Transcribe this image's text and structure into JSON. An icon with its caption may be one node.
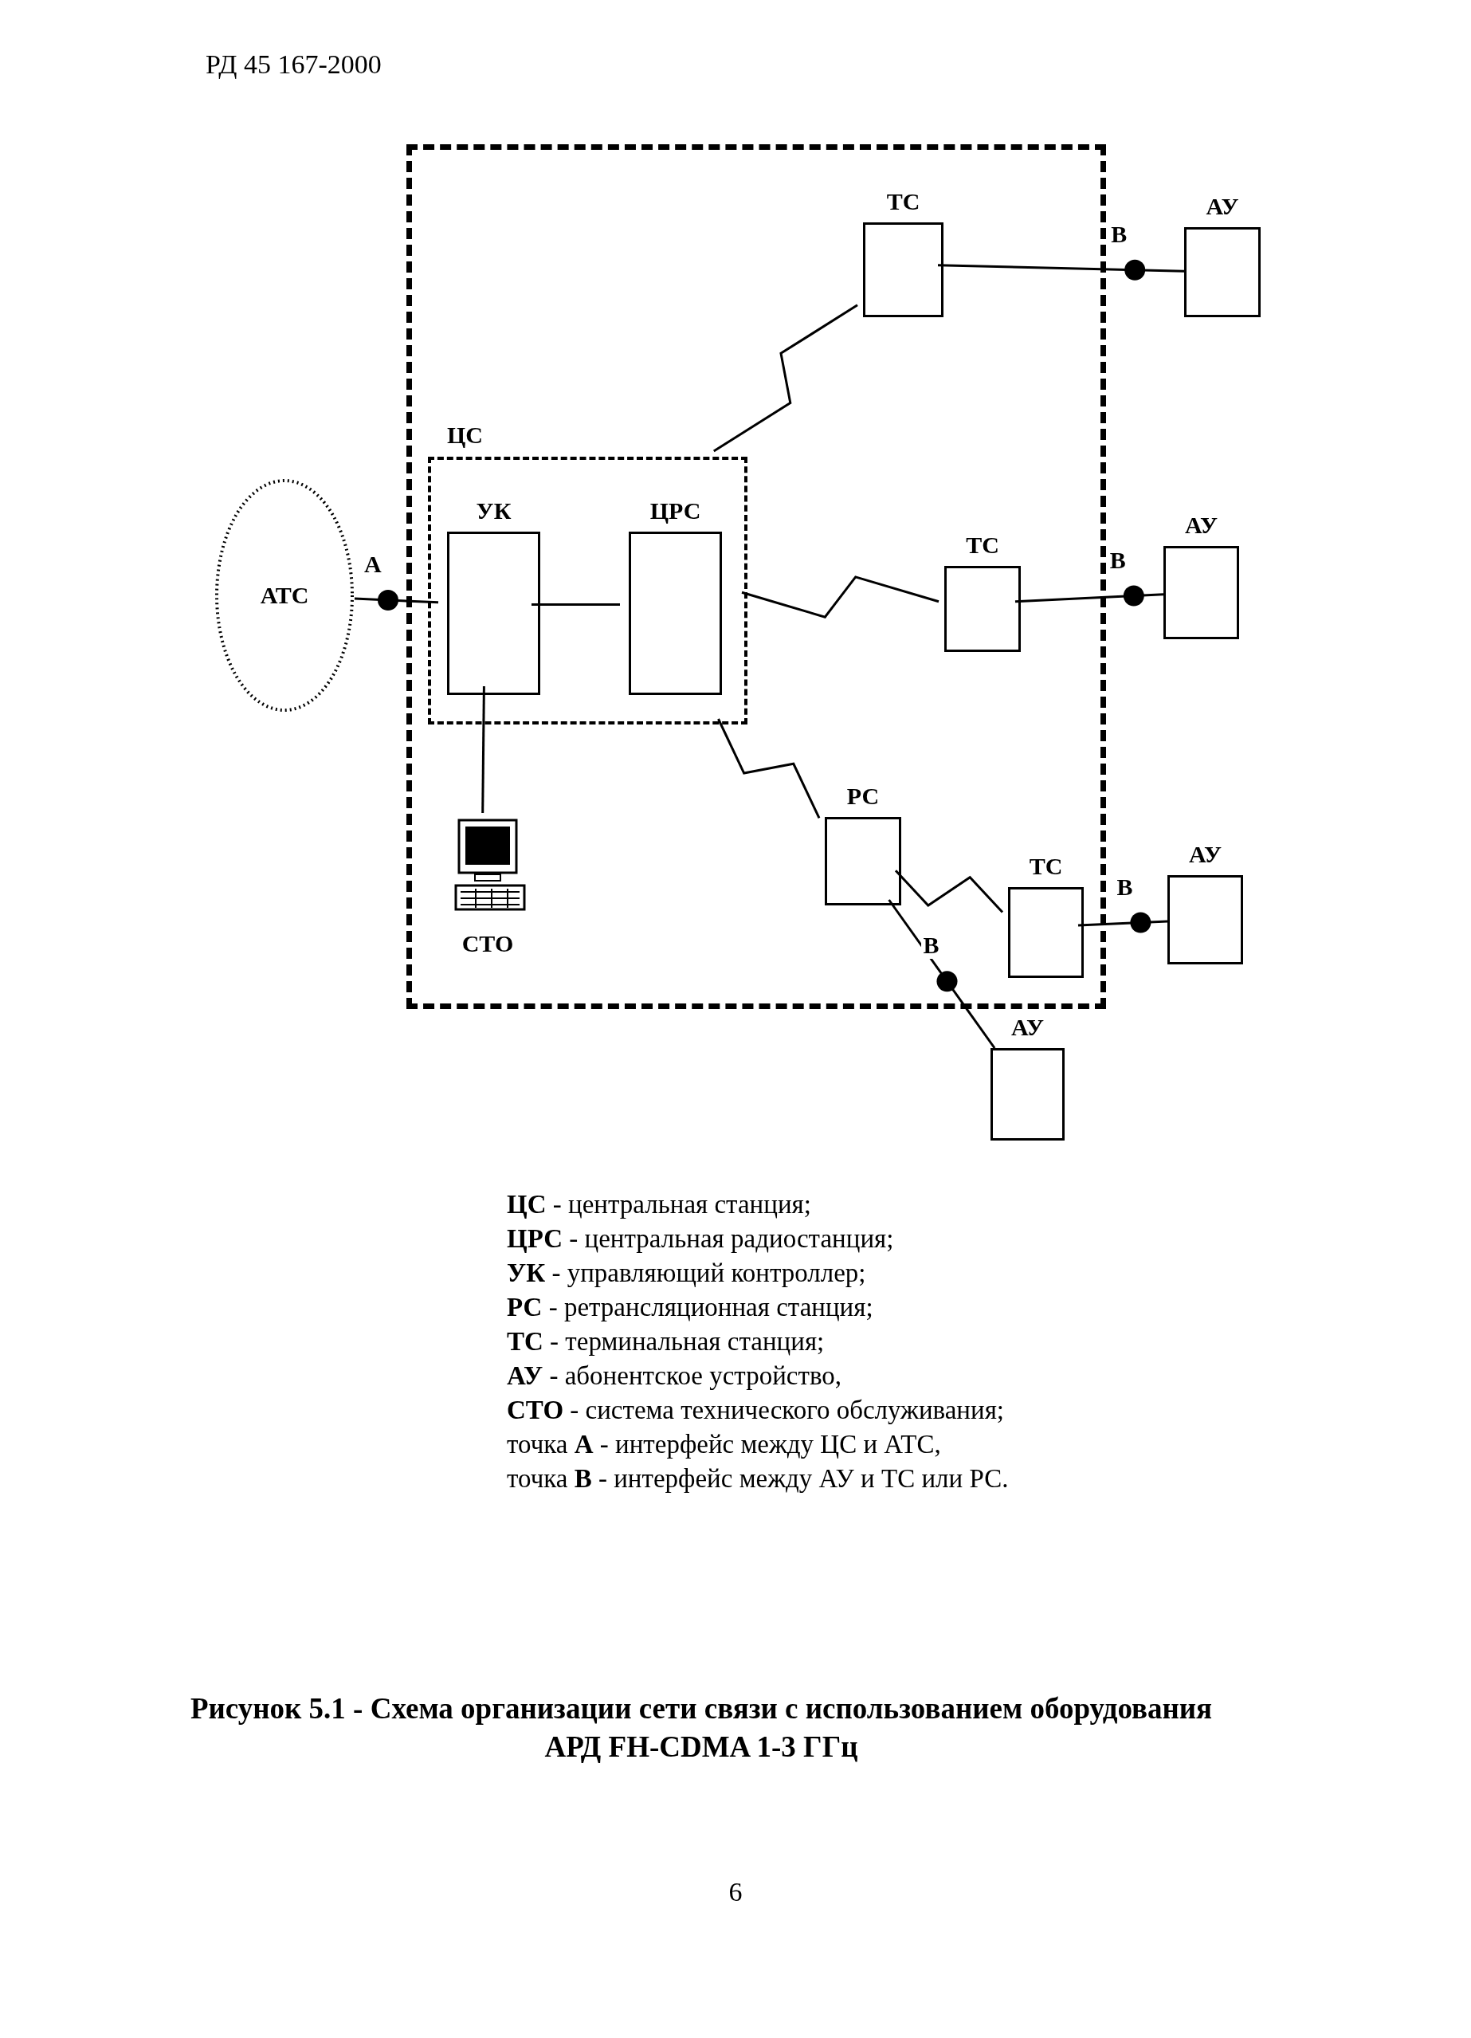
{
  "diagram": {
    "caption": "Рисунок 5.1 - Схема организации сети связи с использованием оборудования АРД FH-CDMA 1-3 ГГц",
    "nodes": [
      {
        "text": [],
        "shape": "box"
      },
      {
        "text": [
          "ЦС"
        ],
        "in": 0
      },
      {
        "text": [
          "УК"
        ],
        "in": 1
      },
      {
        "text": [
          "ЦРС"
        ],
        "in": 1
      },
      {
        "text": [
          "АТС"
        ]
      },
      {
        "text": [
          "СТО"
        ],
        "in": 0
      },
      {
        "text": [
          "ТС"
        ],
        "in": 0
      },
      {
        "text": [
          "АУ"
        ]
      },
      {
        "text": [
          "ТС"
        ],
        "in": 0
      },
      {
        "text": [
          "АУ"
        ]
      },
      {
        "text": [
          "РС"
        ],
        "in": 0
      },
      {
        "text": [
          "ТС"
        ],
        "in": 0
      },
      {
        "text": [
          "АУ"
        ]
      },
      {
        "text": [
          "АУ"
        ]
      }
    ],
    "edges": [
      {
        "from": 4,
        "to": 2,
        "arrow": "none",
        "label": "А"
      },
      {
        "from": 2,
        "to": 3,
        "arrow": "none"
      },
      {
        "from": 2,
        "to": 5,
        "arrow": "none"
      },
      {
        "from": 1,
        "to": 6,
        "arrow": "none"
      },
      {
        "from": 1,
        "to": 8,
        "arrow": "none"
      },
      {
        "from": 1,
        "to": 10,
        "arrow": "none"
      },
      {
        "from": 10,
        "to": 11,
        "arrow": "none"
      },
      {
        "from": 6,
        "to": 7,
        "arrow": "none",
        "label": "В"
      },
      {
        "from": 8,
        "to": 9,
        "arrow": "none",
        "label": "В"
      },
      {
        "from": 11,
        "to": 12,
        "arrow": "none",
        "label": "В"
      },
      {
        "from": 10,
        "to": 13,
        "arrow": "none",
        "label": "В"
      }
    ],
    "labels": [
      "РД 45 167-2000",
      "**ЦС** - центральная станция;",
      "**ЦРС** - центральная радиостанция;",
      "**УК** - управляющий контроллер;",
      "**РС** - ретрансляционная станция;",
      "**ТС** - терминальная станция;",
      "**АУ** - абонентское устройство,",
      "**СТО** - система технического обслуживания;",
      "точка **А** - интерфейс между ЦС и АТС,",
      "точка **В** - интерфейс между АУ и ТС или РС.",
      "6"
    ]
  }
}
